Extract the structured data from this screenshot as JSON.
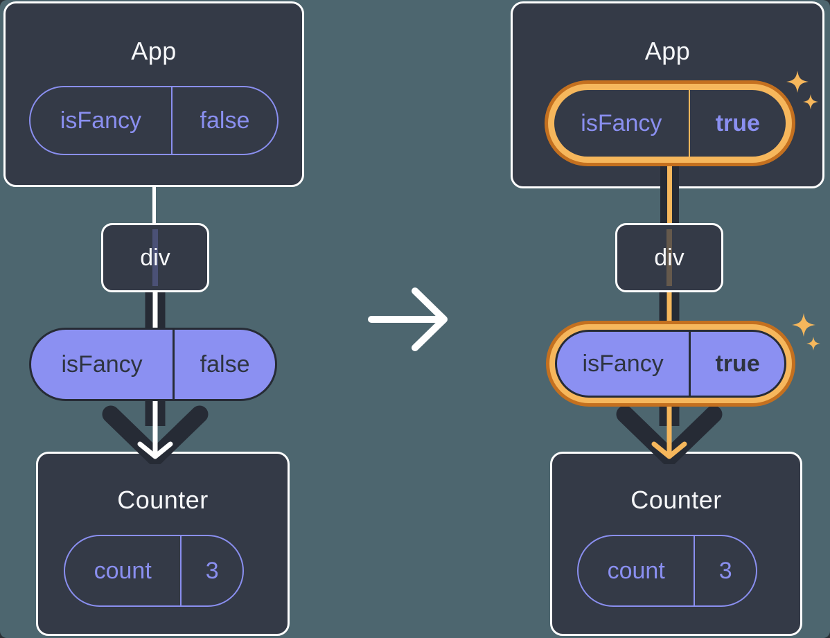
{
  "colors": {
    "background": "#4D666F",
    "card_bg": "#343A47",
    "card_border": "#FFFFFF",
    "purple": "#8A8FF0",
    "purple_fill": "#8B90F2",
    "ink_dark": "#262B35",
    "text_light": "#F6F7F9",
    "text_dark": "#2E3440",
    "orange_light": "#F6B75C",
    "orange_dark": "#C4701F"
  },
  "before": {
    "app": {
      "title": "App",
      "prop": {
        "name": "isFancy",
        "value": "false"
      }
    },
    "div_label": "div",
    "passed_prop": {
      "name": "isFancy",
      "value": "false"
    },
    "counter": {
      "title": "Counter",
      "state": {
        "name": "count",
        "value": "3"
      }
    }
  },
  "after": {
    "app": {
      "title": "App",
      "prop": {
        "name": "isFancy",
        "value": "true"
      }
    },
    "div_label": "div",
    "passed_prop": {
      "name": "isFancy",
      "value": "true"
    },
    "counter": {
      "title": "Counter",
      "state": {
        "name": "count",
        "value": "3"
      }
    }
  },
  "icons": {
    "transition_arrow": "right-arrow",
    "highlight_sparkle": "sparkle"
  }
}
